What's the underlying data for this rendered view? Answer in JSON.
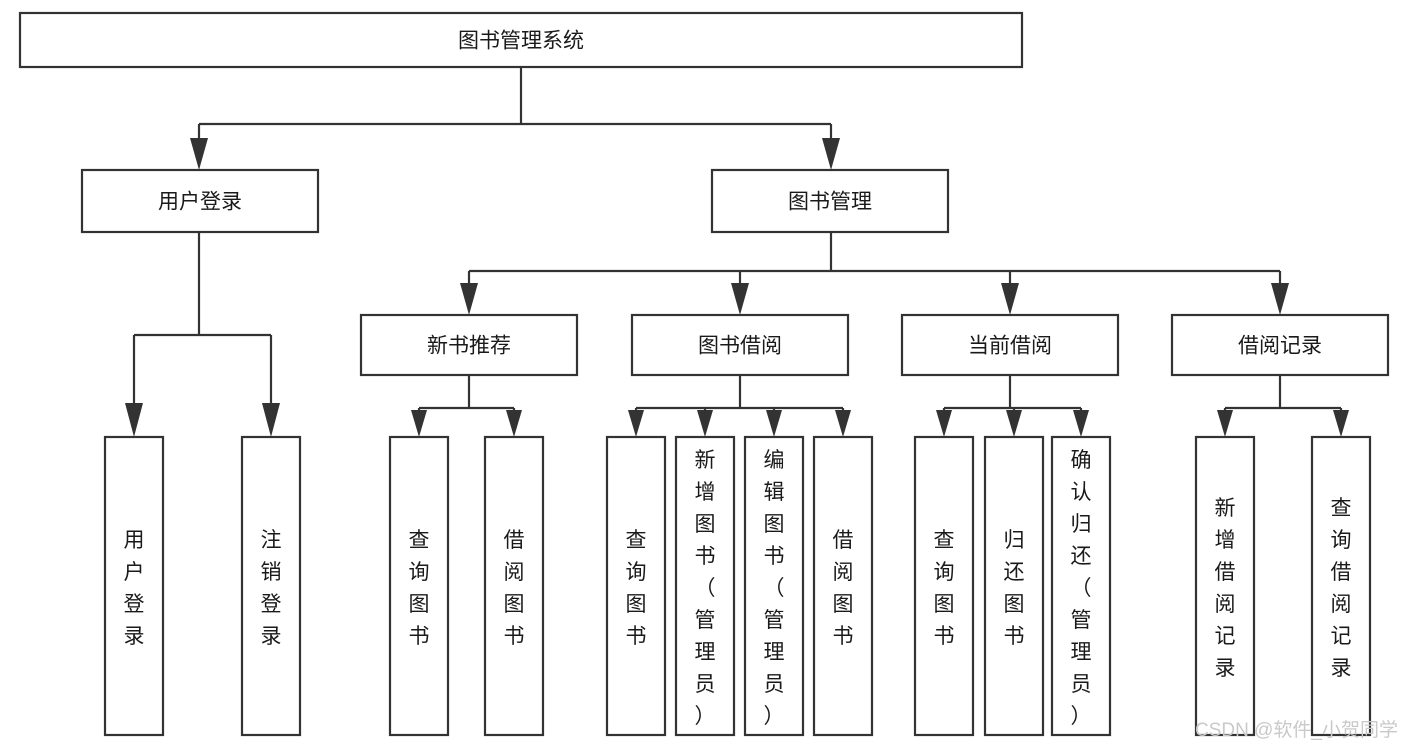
{
  "diagram": {
    "title": "图书管理系统",
    "type": "tree-hierarchy",
    "root": {
      "id": "root",
      "label": "图书管理系统"
    },
    "level2": [
      {
        "id": "user-login",
        "label": "用户登录"
      },
      {
        "id": "book-manage",
        "label": "图书管理"
      }
    ],
    "level3": [
      {
        "id": "new-book-rec",
        "label": "新书推荐",
        "parent": "book-manage"
      },
      {
        "id": "book-borrow",
        "label": "图书借阅",
        "parent": "book-manage"
      },
      {
        "id": "current-borrow",
        "label": "当前借阅",
        "parent": "book-manage"
      },
      {
        "id": "borrow-record",
        "label": "借阅记录",
        "parent": "book-manage"
      }
    ],
    "leaves": [
      {
        "id": "leaf-user-login",
        "label": "用户登录",
        "parent": "user-login"
      },
      {
        "id": "leaf-logout-login",
        "label": "注销登录",
        "parent": "user-login"
      },
      {
        "id": "leaf-query-book-1",
        "label": "查询图书",
        "parent": "new-book-rec"
      },
      {
        "id": "leaf-borrow-book-1",
        "label": "借阅图书",
        "parent": "new-book-rec"
      },
      {
        "id": "leaf-query-book-2",
        "label": "查询图书",
        "parent": "book-borrow"
      },
      {
        "id": "leaf-add-book",
        "label": "新增图书（管理员）",
        "parent": "book-borrow"
      },
      {
        "id": "leaf-edit-book",
        "label": "编辑图书（管理员）",
        "parent": "book-borrow"
      },
      {
        "id": "leaf-borrow-book-2",
        "label": "借阅图书",
        "parent": "book-borrow"
      },
      {
        "id": "leaf-query-book-3",
        "label": "查询图书",
        "parent": "current-borrow"
      },
      {
        "id": "leaf-return-book",
        "label": "归还图书",
        "parent": "current-borrow"
      },
      {
        "id": "leaf-confirm-return",
        "label": "确认归还（管理员）",
        "parent": "current-borrow"
      },
      {
        "id": "leaf-add-record",
        "label": "新增借阅记录",
        "parent": "borrow-record"
      },
      {
        "id": "leaf-query-record",
        "label": "查询借阅记录",
        "parent": "borrow-record"
      }
    ],
    "colors": {
      "box_stroke": "#333333",
      "box_fill": "#ffffff",
      "text": "#1a1a1a",
      "connector": "#333333",
      "watermark": "#c9c9c9",
      "background": "#ffffff"
    }
  },
  "watermark": {
    "label": "CSDN @软件_小贺同学"
  }
}
